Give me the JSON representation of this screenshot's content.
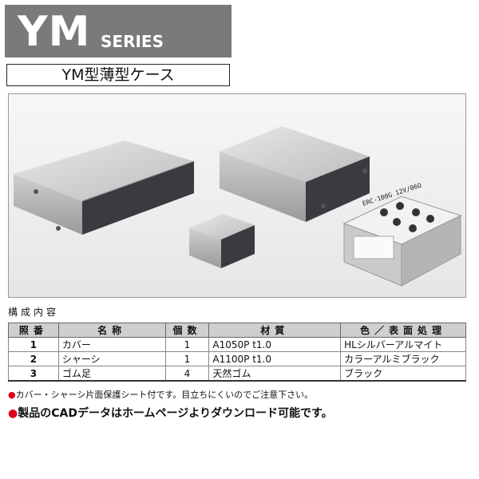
{
  "banner": {
    "title": "YM",
    "series": "SERIES"
  },
  "subtitle": "YM型薄型ケース",
  "photo": {
    "board_label": "ERC-100G 12V/06Ω"
  },
  "section_title": "構成内容",
  "table": {
    "headers": [
      "照番",
      "名称",
      "個数",
      "材質",
      "色／表面処理"
    ],
    "rows": [
      {
        "no": "1",
        "name": "カバー",
        "qty": "1",
        "material": "A1050P t1.0",
        "finish": "HLシルバーアルマイト"
      },
      {
        "no": "2",
        "name": "シャーシ",
        "qty": "1",
        "material": "A1100P t1.0",
        "finish": "カラーアルミブラック"
      },
      {
        "no": "3",
        "name": "ゴム足",
        "qty": "4",
        "material": "天然ゴム",
        "finish": "ブラック"
      }
    ]
  },
  "notes": {
    "bullet": "●",
    "note1": "カバー・シャーシ片面保護シート付です。目立ちにくいのでご注意下さい。",
    "note2": "製品のCADデータはホームページよりダウンロード可能です。"
  },
  "colors": {
    "banner_bg": "#7a7a7a",
    "header_bg": "#cfcfcf",
    "bullet": "#e0001a"
  }
}
